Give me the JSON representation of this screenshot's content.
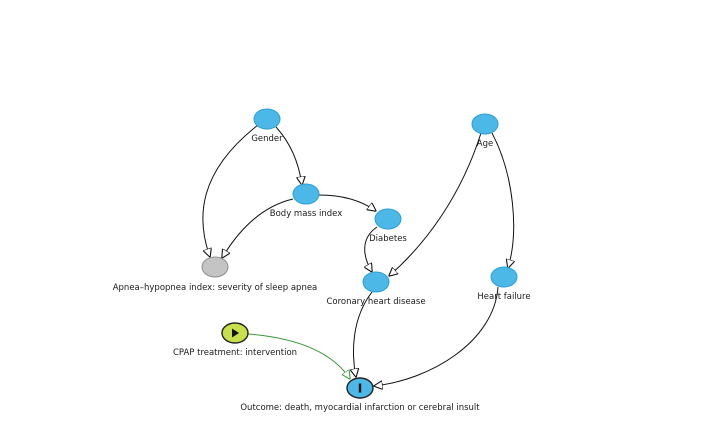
{
  "diagram": {
    "nodes": [
      {
        "id": "gender",
        "label": "Gender",
        "kind": "variable",
        "color": "#4cb8e8"
      },
      {
        "id": "bmi",
        "label": "Body mass index",
        "kind": "variable",
        "color": "#4cb8e8"
      },
      {
        "id": "diabetes",
        "label": "Diabetes",
        "kind": "variable",
        "color": "#4cb8e8"
      },
      {
        "id": "age",
        "label": "Age",
        "kind": "variable",
        "color": "#4cb8e8"
      },
      {
        "id": "ahi",
        "label": "Apnea–hypopnea index: severity of sleep apnea",
        "kind": "unobserved",
        "color": "#c4c4c4"
      },
      {
        "id": "chd",
        "label": "Coronary heart disease",
        "kind": "variable",
        "color": "#4cb8e8"
      },
      {
        "id": "hf",
        "label": "Heart failure",
        "kind": "variable",
        "color": "#4cb8e8"
      },
      {
        "id": "cpap",
        "label": "CPAP treatment: intervention",
        "kind": "exposure",
        "color": "#c8e04c"
      },
      {
        "id": "outcome",
        "label": "Outcome: death, myocardial infarction or cerebral insult",
        "kind": "outcome",
        "color": "#4cb8e8"
      }
    ],
    "edges": [
      {
        "from": "gender",
        "to": "bmi",
        "color": "#111111"
      },
      {
        "from": "gender",
        "to": "ahi",
        "color": "#111111"
      },
      {
        "from": "bmi",
        "to": "ahi",
        "color": "#111111"
      },
      {
        "from": "bmi",
        "to": "diabetes",
        "color": "#111111"
      },
      {
        "from": "diabetes",
        "to": "chd",
        "color": "#111111"
      },
      {
        "from": "age",
        "to": "chd",
        "color": "#111111"
      },
      {
        "from": "age",
        "to": "hf",
        "color": "#111111"
      },
      {
        "from": "chd",
        "to": "outcome",
        "color": "#111111"
      },
      {
        "from": "hf",
        "to": "outcome",
        "color": "#111111"
      },
      {
        "from": "cpap",
        "to": "outcome",
        "color": "#3a9a3a"
      }
    ]
  }
}
